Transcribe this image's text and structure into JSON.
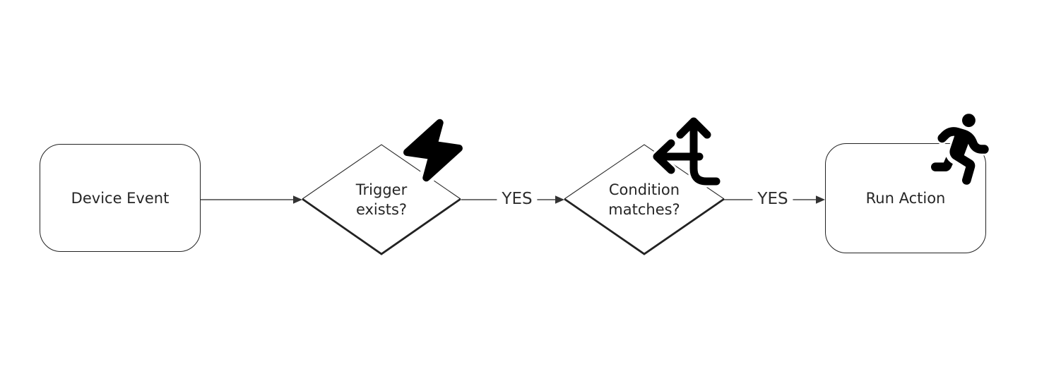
{
  "colors": {
    "background": "#ffffff",
    "line": "#454545",
    "arrowhead": "#333333",
    "shape_border": "#222222",
    "text": "#262626",
    "icon": "#000000"
  },
  "nodes": [
    {
      "id": "device-event",
      "shape": "rounded-rectangle",
      "label": "Device Event",
      "icon": null
    },
    {
      "id": "trigger-exists",
      "shape": "diamond",
      "label": "Trigger\nexists?",
      "icon": "lightning-bolt-icon"
    },
    {
      "id": "condition-matches",
      "shape": "diamond",
      "label": "Condition\nmatches?",
      "icon": "split-arrows-icon"
    },
    {
      "id": "run-action",
      "shape": "rounded-rectangle",
      "label": "Run Action",
      "icon": "person-running-icon"
    }
  ],
  "edges": [
    {
      "from": "device-event",
      "to": "trigger-exists",
      "label": ""
    },
    {
      "from": "trigger-exists",
      "to": "condition-matches",
      "label": "YES"
    },
    {
      "from": "condition-matches",
      "to": "run-action",
      "label": "YES"
    }
  ]
}
